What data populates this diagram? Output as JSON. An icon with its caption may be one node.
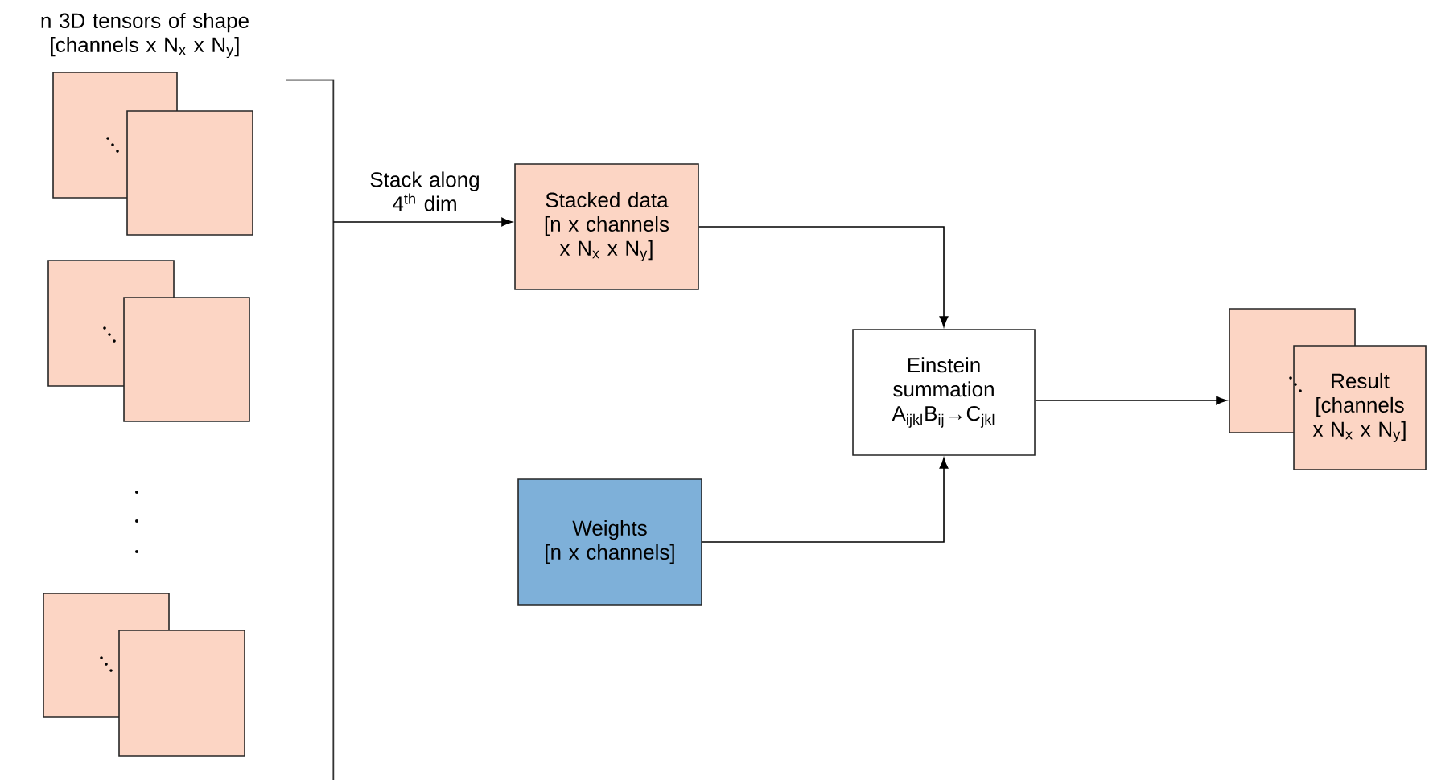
{
  "diagram": {
    "nodes": [
      {
        "text": [],
        "shape": "box"
      },
      {
        "text": [],
        "shape": "box"
      },
      {
        "text": [],
        "shape": "box"
      },
      {
        "text": [],
        "shape": "box"
      },
      {
        "text": [],
        "shape": "box"
      },
      {
        "text": [],
        "shape": "box"
      },
      {
        "text": [
          "Stacked data",
          "[n x channels x N$_{x}$ x N$_{y}$]"
        ]
      },
      {
        "text": [
          "Einstein summation",
          "A$_{ijkl}$B$_{ij}$→C$_{jkl}$"
        ]
      },
      {
        "text": [
          "Weights",
          "[n x channels]"
        ]
      },
      {
        "text": [],
        "shape": "box"
      },
      {
        "text": [
          "Result",
          "[channels x N$_{x}$ x N$_{y}$]"
        ]
      },
      {
        "text": [],
        "shape": "bracket"
      }
    ],
    "edges": [
      {
        "from": 11,
        "to": 6,
        "arrow": "to",
        "label": "Stack along 4$^{th}$ dim"
      },
      {
        "from": 6,
        "to": 7,
        "arrow": "to"
      },
      {
        "from": 8,
        "to": 7,
        "arrow": "to"
      },
      {
        "from": 7,
        "to": 9,
        "arrow": "to"
      }
    ],
    "labels": [
      "n 3D tensors of shape [channels x N$_{x}$ x N$_{y}$]"
    ]
  }
}
